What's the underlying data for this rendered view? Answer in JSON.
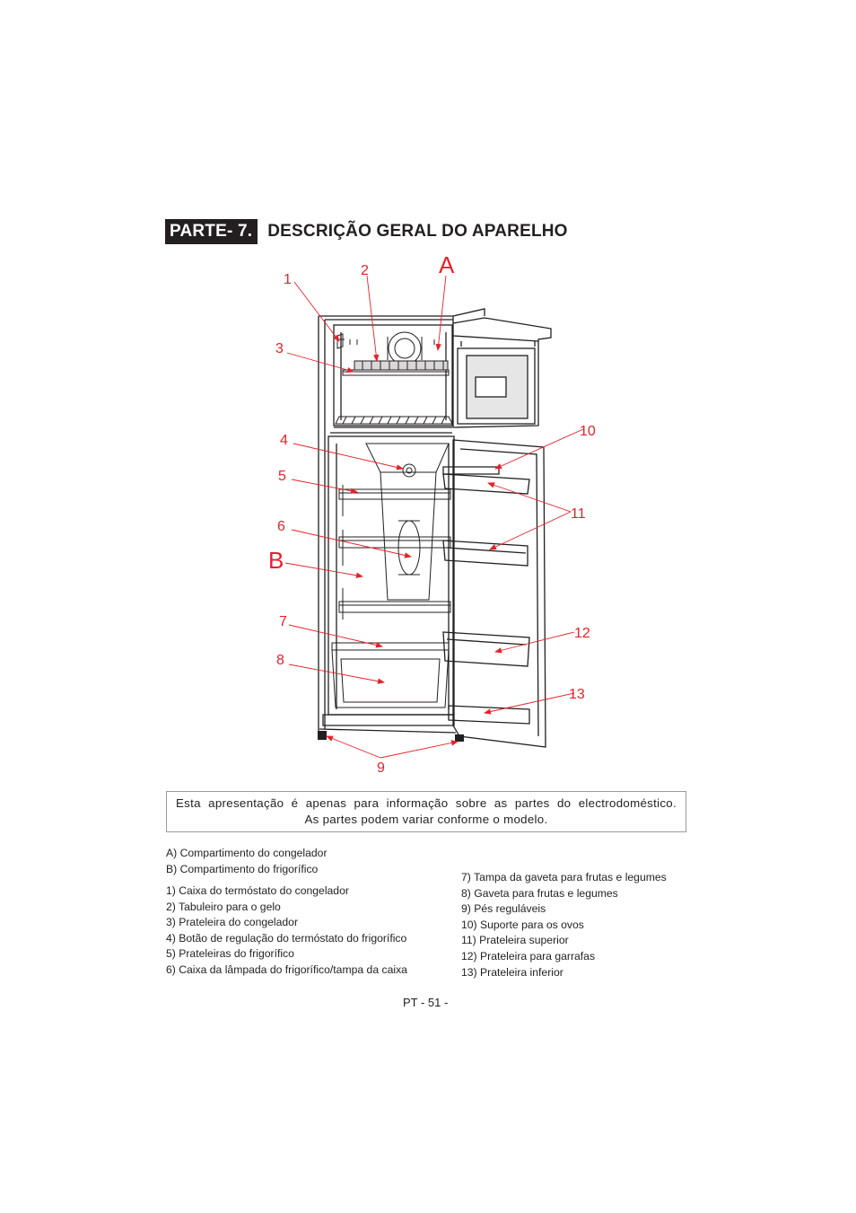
{
  "heading": {
    "part_label": "PARTE- 7.",
    "title": "DESCRIÇÃO GERAL DO APARELHO"
  },
  "diagram": {
    "callouts": {
      "1": "1",
      "2": "2",
      "3": "3",
      "4": "4",
      "5": "5",
      "6": "6",
      "7": "7",
      "8": "8",
      "9": "9",
      "10": "10",
      "11": "11",
      "12": "12",
      "13": "13",
      "a": "A",
      "b": "B"
    },
    "colors": {
      "callout": "#e8202a",
      "line_art": "#231f20"
    }
  },
  "note": {
    "line1": "Esta apresentação é apenas para informação sobre as partes do electrodoméstico.",
    "line2": "As partes podem variar conforme o modelo."
  },
  "compartments": [
    "A) Compartimento do congelador",
    "B) Compartimento do frigorífico"
  ],
  "parts_left": [
    "1) Caixa do termóstato do congelador",
    "2) Tabuleiro para o gelo",
    "3) Prateleira do congelador",
    "4) Botão de regulação do termóstato do frigorífico",
    "5) Prateleiras do frigorífico",
    "6) Caixa da lâmpada do frigorífico/tampa da caixa"
  ],
  "parts_right": [
    "7) Tampa da gaveta para frutas e legumes",
    "8) Gaveta para frutas e legumes",
    "9) Pés reguláveis",
    "10) Suporte para os ovos",
    "11) Prateleira superior",
    "12) Prateleira para garrafas",
    "13) Prateleira inferior"
  ],
  "footer": {
    "page_number": "PT - 51 -"
  }
}
